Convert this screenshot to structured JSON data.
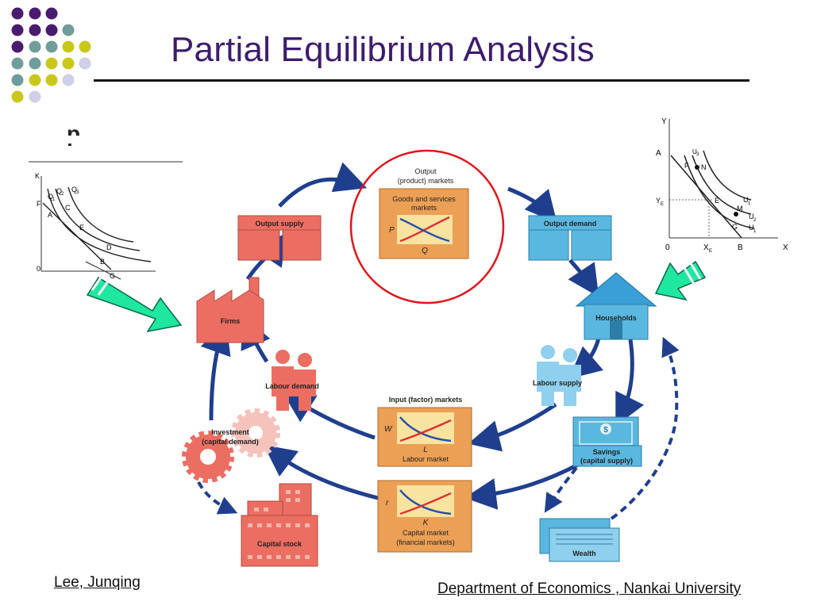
{
  "slide": {
    "title": "Partial Equilibrium Analysis",
    "footer_left": "Lee, Junqing",
    "footer_right": "Department of  Economics , Nankai University"
  },
  "colors": {
    "title": "#3d1c6e",
    "dot_purple": "#4a1a6e",
    "dot_teal": "#6f9d9a",
    "dot_lime": "#c9c81a",
    "dot_lavender": "#cfcfe8",
    "firm_salmon": "#ec6e62",
    "household_blue": "#5ab8e0",
    "market_orange": "#eca055",
    "arrow_navy": "#1f3f8e",
    "highlight_red": "#e0141c",
    "pointer_green": "#1fe7a0"
  },
  "diagram": {
    "output_market": {
      "line1": "Output",
      "line2": "(product) markets",
      "sub1": "Goods and services",
      "sub2": "markets",
      "p": "P",
      "q": "Q"
    },
    "output_supply": "Output supply",
    "output_demand": "Output demand",
    "firms": "Firms",
    "households": "Households",
    "labour_demand": "Labour demand",
    "labour_supply": "Labour supply",
    "input_markets": "Input (factor) markets",
    "labour_market": {
      "w": "W",
      "l": "L",
      "label": "Labour market"
    },
    "capital_market": {
      "r": "r",
      "k": "K",
      "label1": "Capital market",
      "label2": "(financial markets)"
    },
    "investment": {
      "line1": "Investment",
      "line2": "(capital demand)"
    },
    "savings": {
      "line1": "Savings",
      "line2": "(capital supply)",
      "dollar": "$"
    },
    "capital_stock": "Capital stock",
    "wealth": "Wealth"
  },
  "left_graph": {
    "k": "K",
    "q1": "Q",
    "q1s": "1",
    "q2": "Q",
    "q2s": "2",
    "q3": "Q",
    "q3s": "3",
    "f": "F",
    "a": "A",
    "c": "C",
    "e": "E",
    "d": "D",
    "b": "B",
    "o": "0",
    "g": "G",
    "overlay": "p"
  },
  "right_graph": {
    "y": "Y",
    "a": "A",
    "u3top": "U",
    "u3tops": "3",
    "f": "F",
    "n": "N",
    "ye": "Y",
    "yes": "E",
    "e": "E",
    "u1": "U",
    "u1s": "1",
    "m": "M",
    "u2": "U",
    "u2s": "2",
    "g": "G",
    "u0": "U",
    "u0s": "1",
    "o": "0",
    "xe": "X",
    "xes": "E",
    "b": "B",
    "x": "X"
  }
}
